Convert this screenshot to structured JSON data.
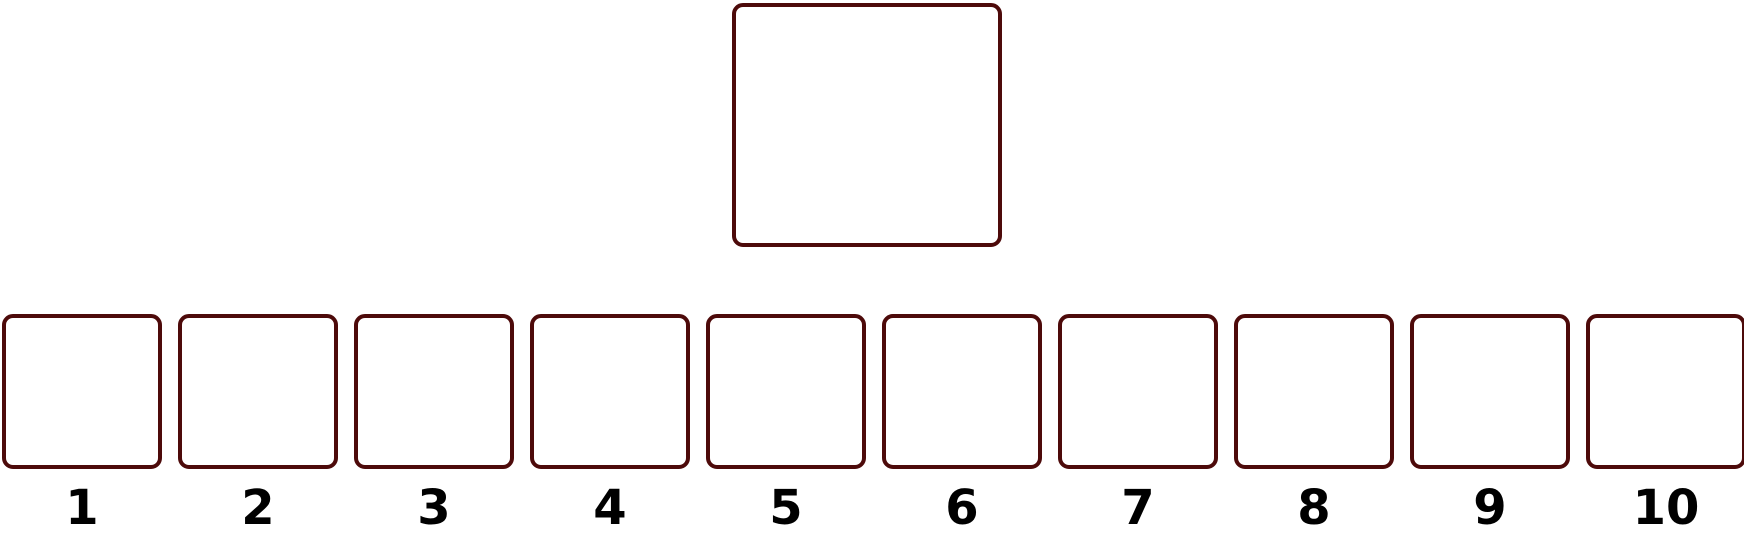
{
  "colors": {
    "box_border": "#4d0a0a",
    "label_text": "#000000",
    "background": "#ffffff"
  },
  "slots": [
    {
      "label": "1"
    },
    {
      "label": "2"
    },
    {
      "label": "3"
    },
    {
      "label": "4"
    },
    {
      "label": "5"
    },
    {
      "label": "6"
    },
    {
      "label": "7"
    },
    {
      "label": "8"
    },
    {
      "label": "9"
    },
    {
      "label": "10"
    }
  ]
}
